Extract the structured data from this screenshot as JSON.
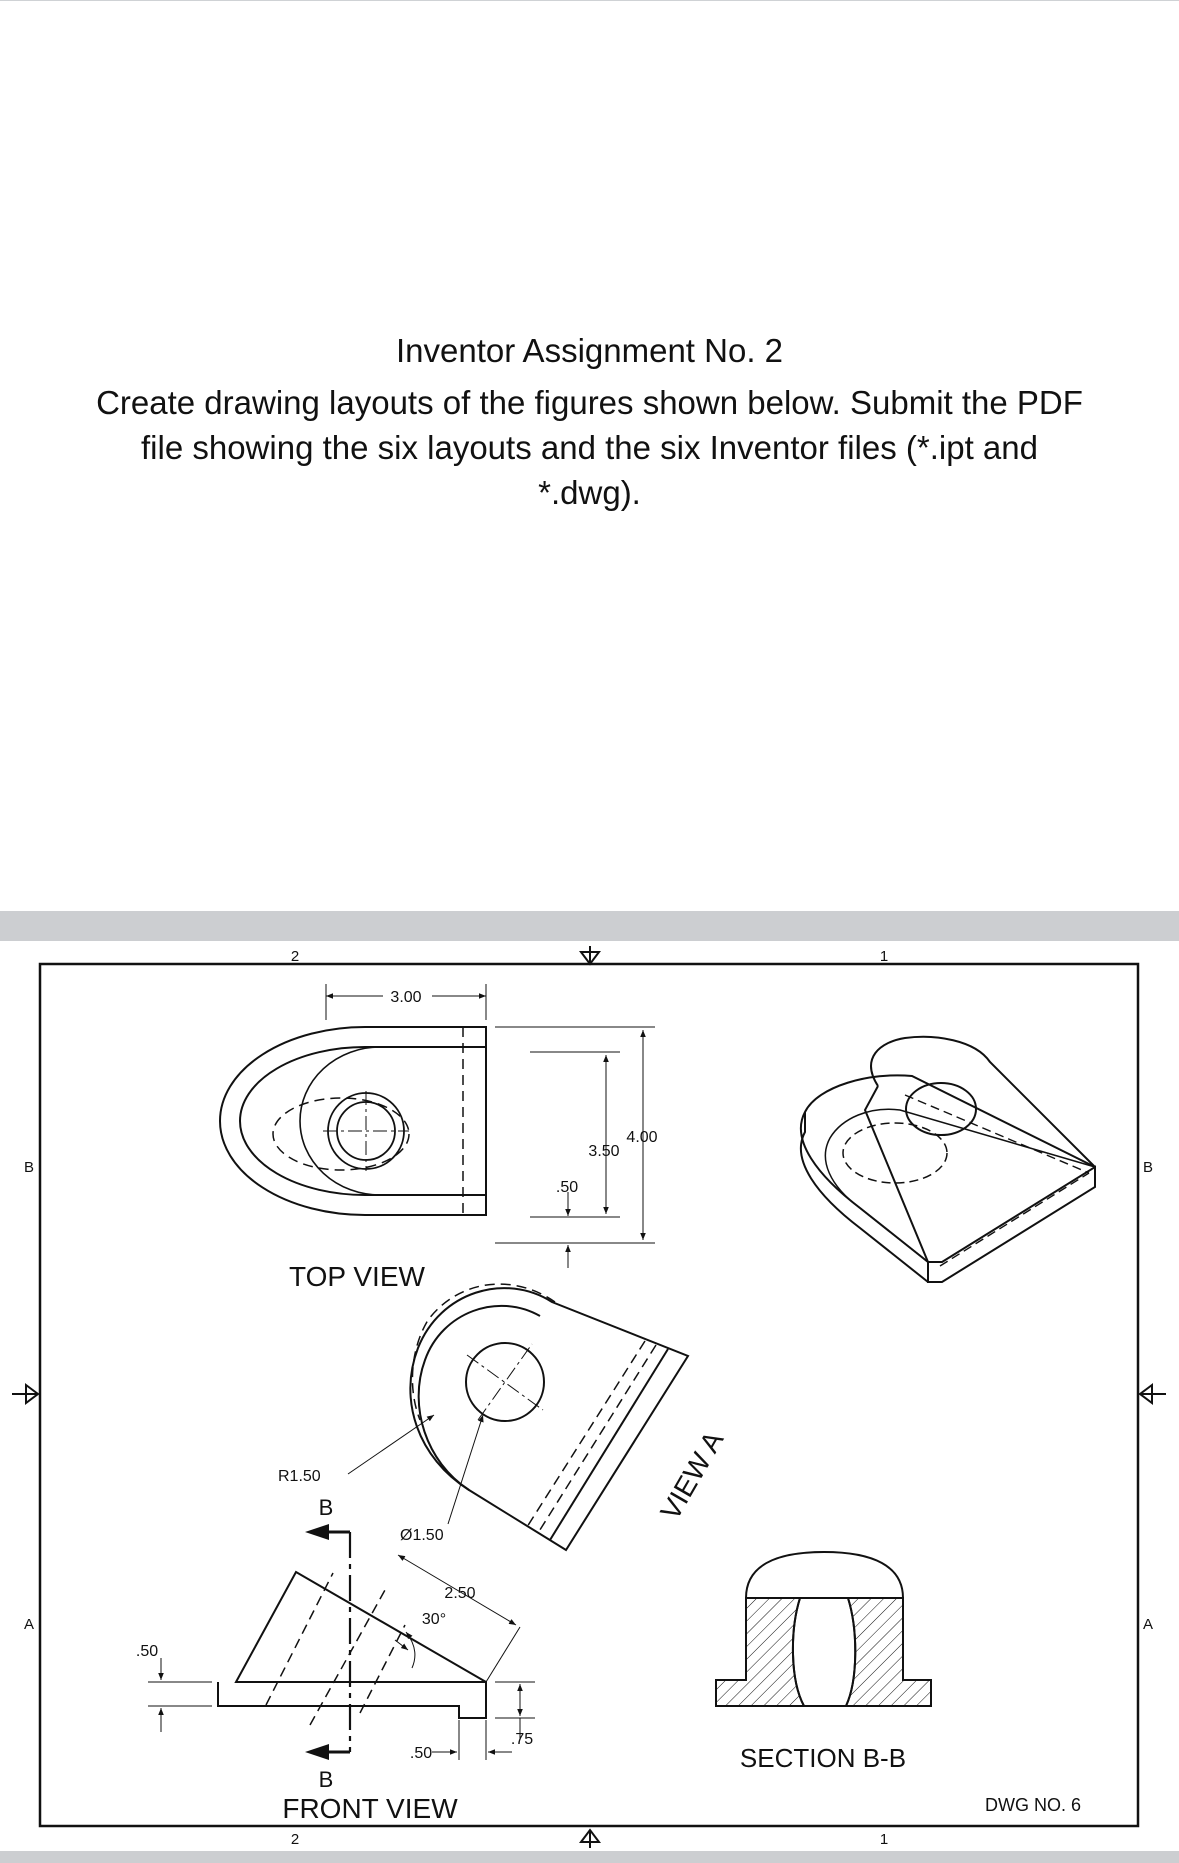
{
  "document": {
    "title": "Inventor Assignment No. 2",
    "instructions": "Create drawing layouts of the figures shown below. Submit the PDF file showing the six layouts and the six Inventor files (*.ipt and *.dwg)."
  },
  "drawing": {
    "zone_columns": {
      "left": "2",
      "right": "1"
    },
    "zone_rows": {
      "top": "B",
      "bottom": "A"
    },
    "views": {
      "top": "TOP VIEW",
      "front": "FRONT VIEW",
      "aux": "VIEW A",
      "section": "SECTION B-B"
    },
    "section_markers": {
      "upper": "B",
      "lower": "B"
    },
    "dimensions": {
      "top_width": "3.00",
      "height_inner": "3.50",
      "height_outer": "4.00",
      "step": ".50",
      "base_thickness": ".50",
      "radius": "R1.50",
      "hole_diameter": "Ø1.50",
      "slope_length": "2.50",
      "angle": "30°",
      "foot_width": ".50",
      "foot_height": ".75"
    },
    "drawing_number": "DWG NO. 6"
  }
}
